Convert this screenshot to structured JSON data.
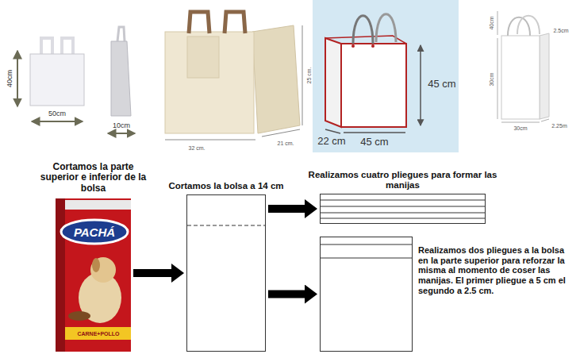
{
  "diagram": {
    "nodes": [
      {
        "text": [
          "Cortamos la parte superior e inferior de la bolsa"
        ]
      },
      {
        "text": [
          "Cortamos la bolsa a 14 cm"
        ]
      },
      {
        "text": [
          "Realizamos cuatro pliegues para formar las manijas"
        ]
      },
      {
        "text": [
          "Realizamos dos pliegues a la bolsa en la parte superior para reforzar la misma al momento de coser las manijas. El primer pliegue a 5 cm el segundo a 2.5 cm."
        ]
      }
    ],
    "edges": [
      {
        "from": 0,
        "to": 1,
        "arrow": "to"
      },
      {
        "from": 1,
        "to": 2,
        "arrow": "to"
      },
      {
        "from": 1,
        "to": 3,
        "arrow": "to"
      }
    ],
    "labels": [
      "40cm",
      "50cm",
      "10cm",
      "25 cm.",
      "32 cm.",
      "21 cm.",
      "45 cm",
      "22 cm",
      "45 cm",
      "40cm",
      "2.5cm",
      "30cm",
      "30cm",
      "2.25m",
      "PACHÁ",
      "CARNE+POLLO"
    ]
  }
}
